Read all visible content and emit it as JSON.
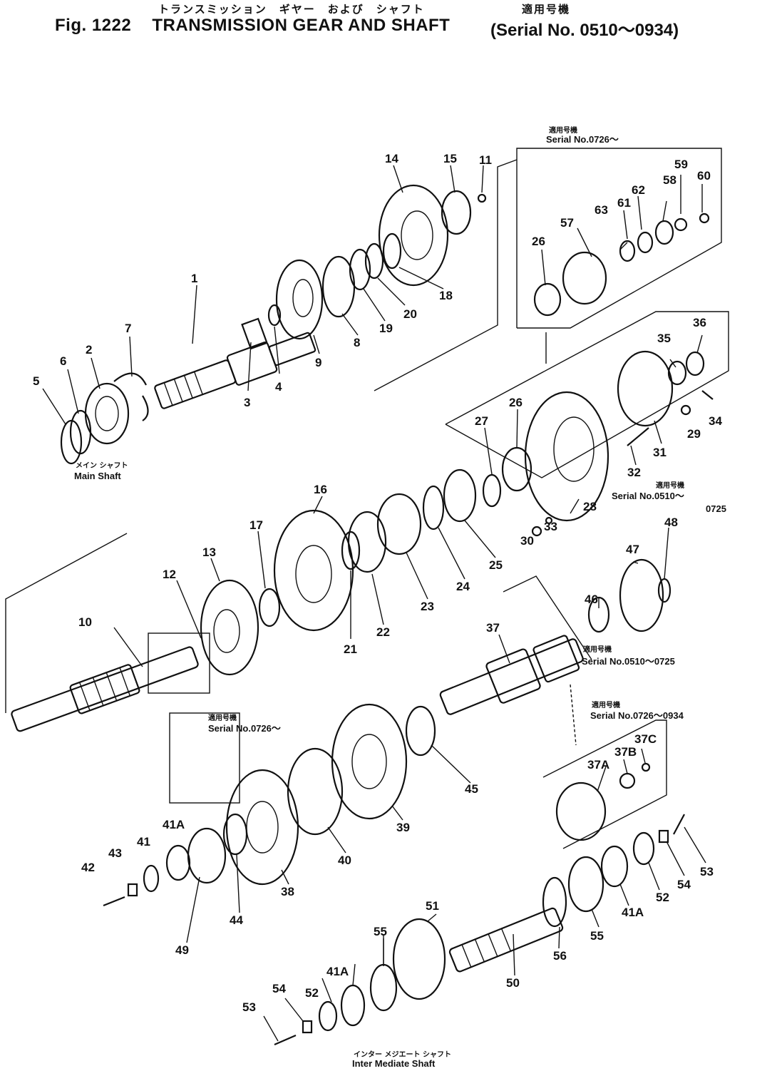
{
  "header": {
    "title_jp": "トランスミッション　ギヤー　および　シャフト",
    "fig": "Fig. 1222",
    "title": "TRANSMISSION GEAR AND SHAFT",
    "applicable_jp": "適用号機",
    "serial": "Serial No. 0510～0934"
  },
  "shafts": {
    "main_jp": "メイン シャフト",
    "main": "Main Shaft",
    "inter_jp": "インター メジエート シャフト",
    "inter": "Inter Mediate Shaft"
  },
  "notes": {
    "jp": "適用号機",
    "s1": "Serial No.0726～",
    "s2": "Serial No.0510～",
    "s2b": "0725",
    "s3": "Serial No.0510～0725",
    "s4": "Serial No.0726～",
    "s5": "Serial No.0726～0934"
  },
  "callouts": {
    "c1": "1",
    "c2": "2",
    "c3": "3",
    "c4": "4",
    "c5": "5",
    "c6": "6",
    "c7": "7",
    "c8": "8",
    "c9": "9",
    "c10": "10",
    "c11": "11",
    "c12": "12",
    "c13": "13",
    "c14": "14",
    "c15": "15",
    "c16": "16",
    "c17": "17",
    "c18": "18",
    "c19": "19",
    "c20": "20",
    "c21": "21",
    "c22": "22",
    "c23": "23",
    "c24": "24",
    "c25": "25",
    "c26a": "26",
    "c26b": "26",
    "c27": "27",
    "c28": "28",
    "c29": "29",
    "c30": "30",
    "c31": "31",
    "c32": "32",
    "c33": "33",
    "c34": "34",
    "c35": "35",
    "c36": "36",
    "c37": "37",
    "c37a": "37A",
    "c37b": "37B",
    "c37c": "37C",
    "c38": "38",
    "c39": "39",
    "c40": "40",
    "c41a": "41",
    "c41b": "41A",
    "c41c": "41A",
    "c41d": "41A",
    "c42": "42",
    "c43": "43",
    "c44": "44",
    "c45": "45",
    "c46": "46",
    "c47": "47",
    "c48": "48",
    "c49": "49",
    "c50": "50",
    "c51": "51",
    "c52a": "52",
    "c52b": "52",
    "c53a": "53",
    "c53b": "53",
    "c54a": "54",
    "c54b": "54",
    "c55a": "55",
    "c55b": "55",
    "c56": "56",
    "c57": "57",
    "c58": "58",
    "c59": "59",
    "c60": "60",
    "c61": "61",
    "c62": "62",
    "c63": "63"
  }
}
